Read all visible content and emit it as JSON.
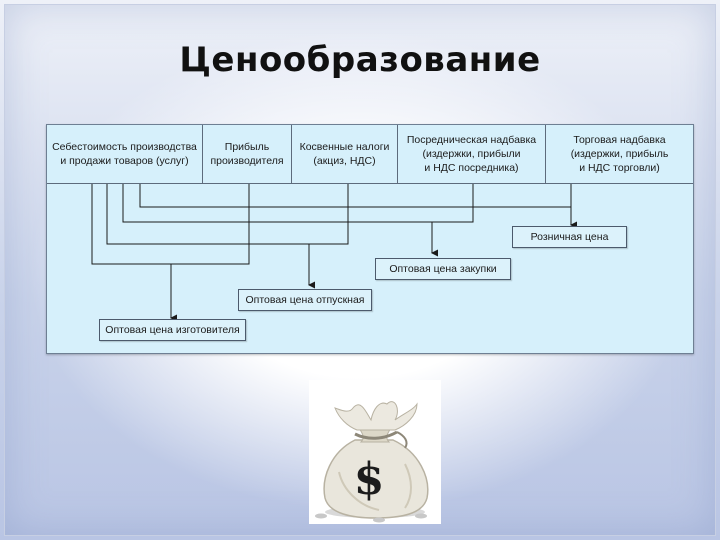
{
  "slide": {
    "title": "Ценообразование"
  },
  "diagram": {
    "header": [
      {
        "id": "cost",
        "text": "Себестоимость производства\nи продажи товаров (услуг)"
      },
      {
        "id": "profit",
        "text": "Прибыль\nпроизводителя"
      },
      {
        "id": "taxes",
        "text": "Косвенные налоги\n(акциз, НДС)"
      },
      {
        "id": "intermediary",
        "text": "Посредническая надбавка\n(издержки, прибыли\nи НДС посредника)"
      },
      {
        "id": "trade",
        "text": "Торговая надбавка\n(издержки, прибыль\nи НДС торговли)"
      }
    ],
    "results": {
      "retail": "Розничная цена",
      "wholesale_purchase": "Оптовая цена закупки",
      "wholesale_release": "Оптовая цена отпускная",
      "wholesale_manufacturer": "Оптовая цена изготовителя"
    }
  },
  "image": {
    "icon": "money-bag-dollar-icon",
    "colors": {
      "bag": "#e9e6dc",
      "symbol": "#1c1c1c"
    }
  }
}
